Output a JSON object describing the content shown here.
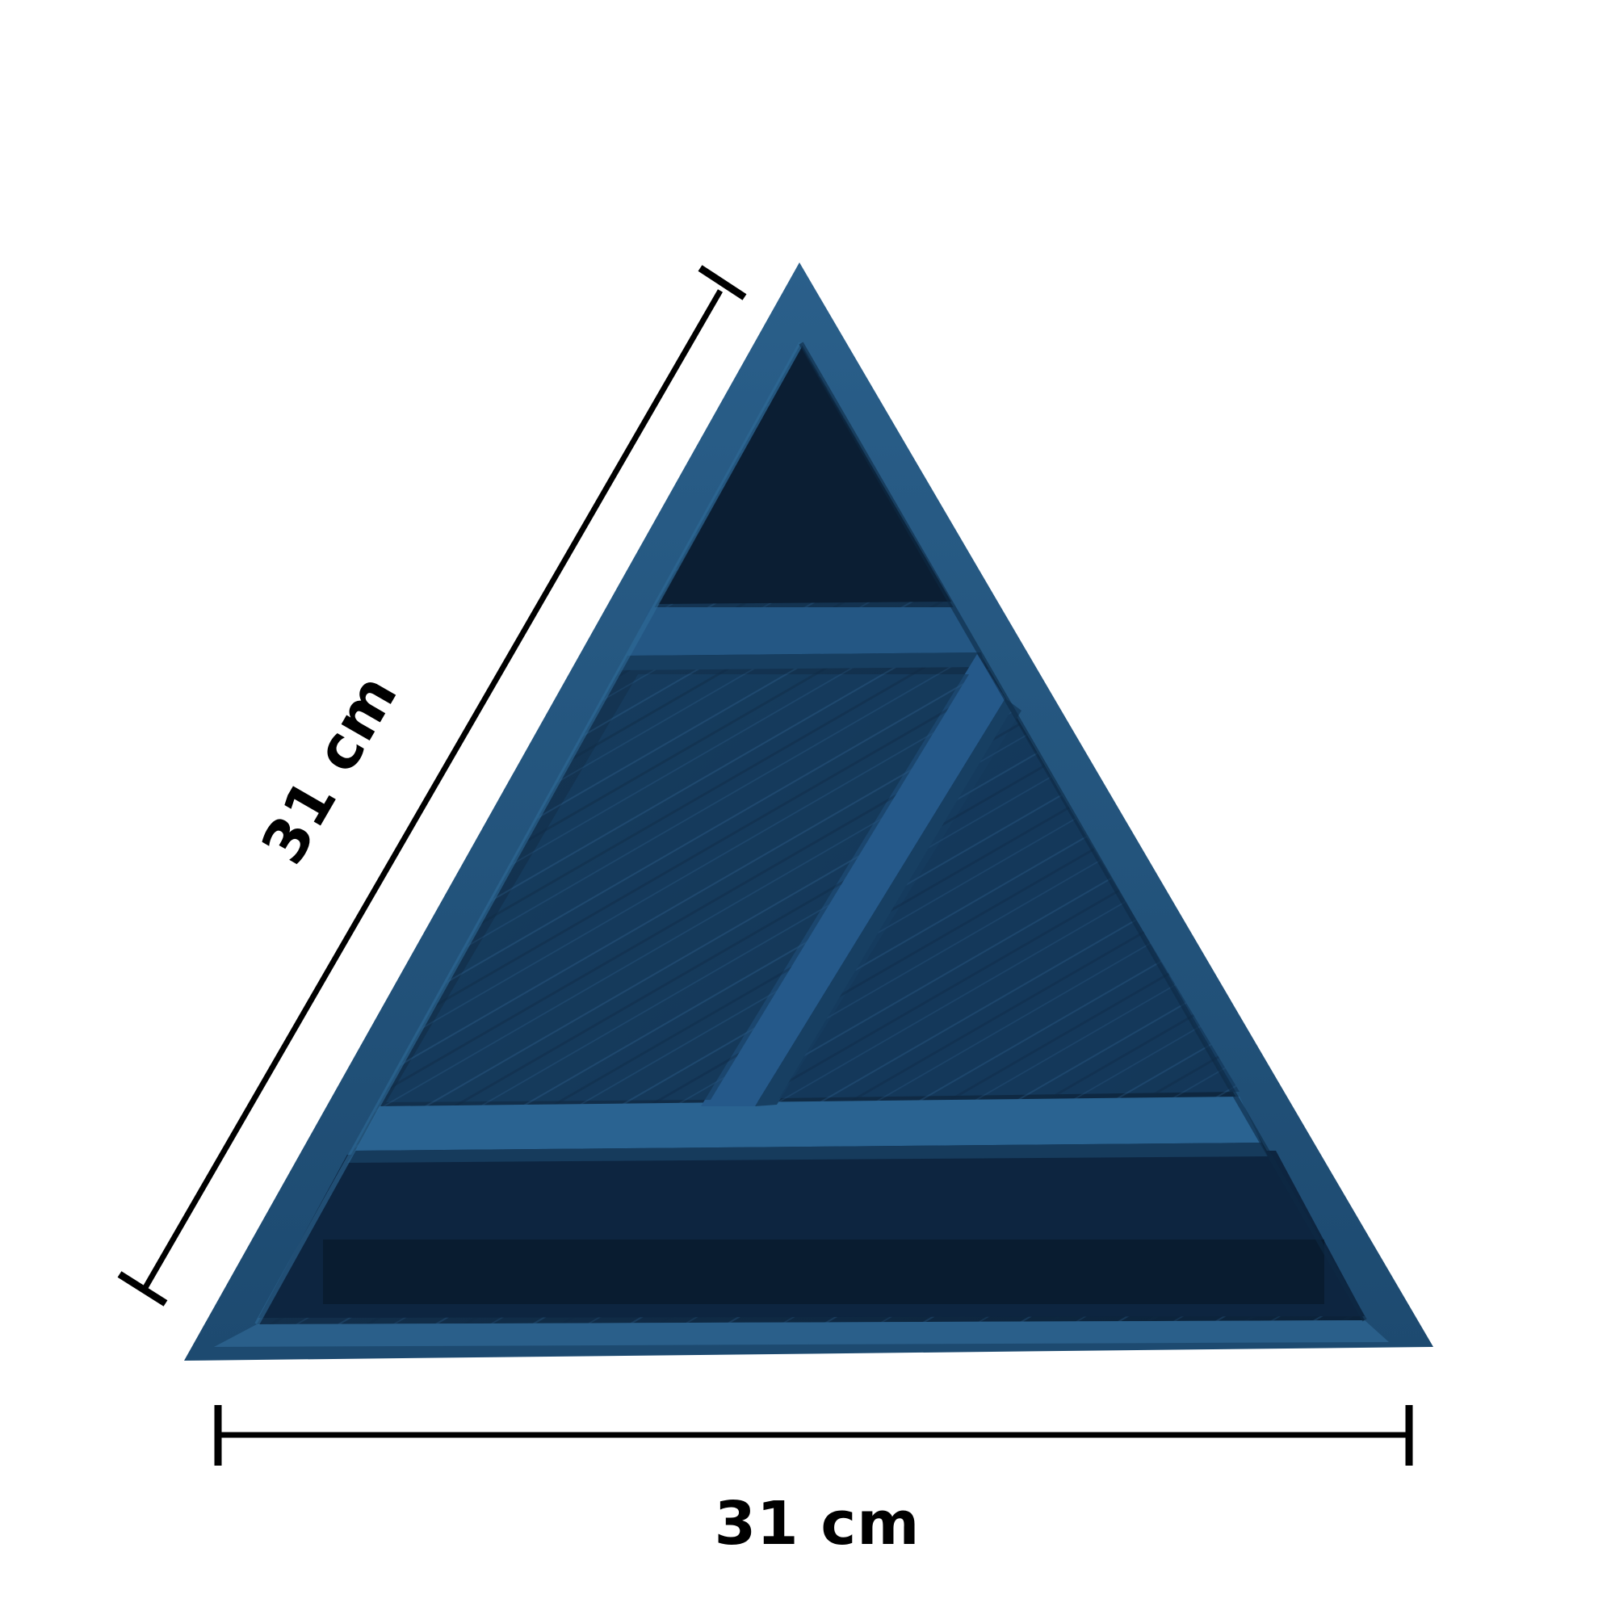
{
  "product": {
    "name": "triangle-shelf",
    "shelf_color": "#1f4e77",
    "shelf_dark": "#123654",
    "shelf_deep": "#0a1f33",
    "shelf_light": "#2d6592"
  },
  "dimensions": {
    "side_label": "31 cm",
    "base_label": "31 cm",
    "line_color": "#000000"
  }
}
